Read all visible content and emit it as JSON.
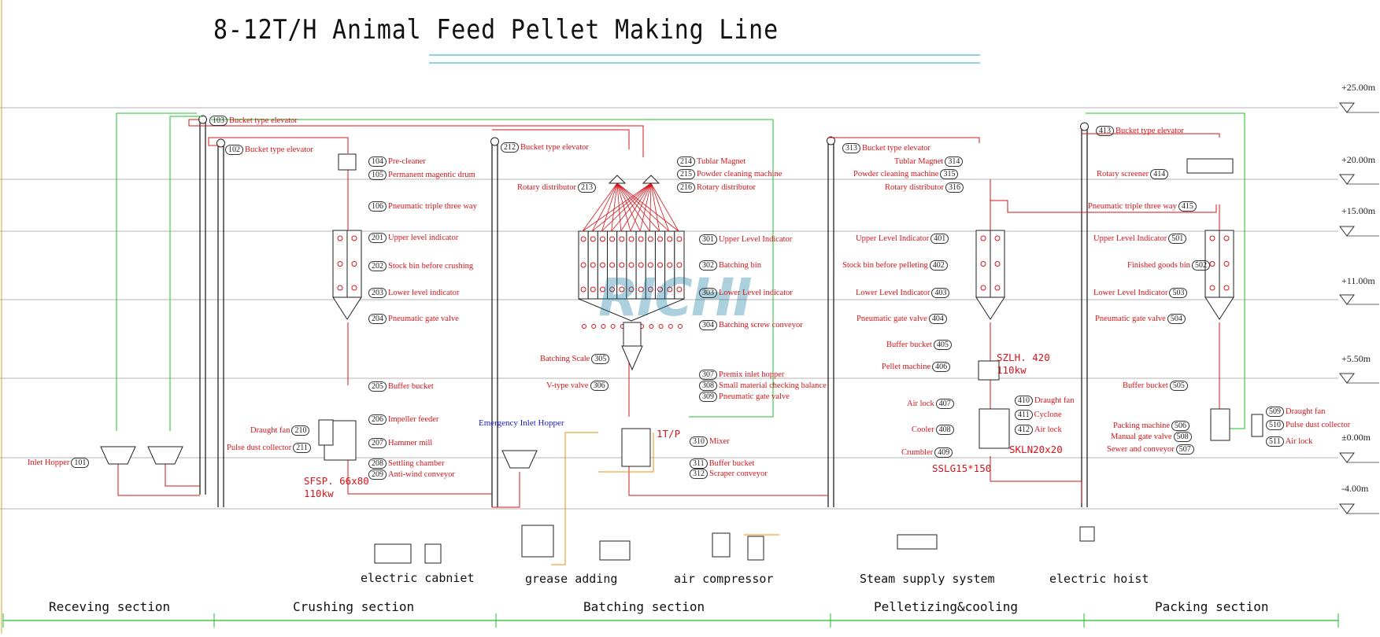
{
  "title": "8-12T/H Animal Feed Pellet Making Line",
  "watermark": "RICHI",
  "levels": [
    "+25.00m",
    "+20.00m",
    "+15.00m",
    "+11.00m",
    "+5.50m",
    "±0.00m",
    "-4.00m"
  ],
  "sections": [
    "Receving section",
    "Crushing section",
    "Batching section",
    "Pelletizing&cooling",
    "Packing section"
  ],
  "utilities": [
    "electric cabniet",
    "grease adding",
    "air compressor",
    "Steam supply system",
    "electric hoist"
  ],
  "receiving": {
    "inlet_hopper": {
      "label": "Inlet Hopper",
      "code": "101"
    },
    "emergency_hopper": "Emergency Inlet Hopper",
    "elev_103": {
      "code": "103",
      "label": "Bucket type elevator"
    }
  },
  "crushing": {
    "elev_102": {
      "code": "102",
      "label": "Bucket type elevator"
    },
    "items": [
      {
        "code": "104",
        "label": "Pre-cleaner"
      },
      {
        "code": "105",
        "label": "Permanent magentic drum"
      },
      {
        "code": "106",
        "label": "Pneumatic triple three way"
      },
      {
        "code": "201",
        "label": "Upper level indicator"
      },
      {
        "code": "202",
        "label": "Stock bin before crushing"
      },
      {
        "code": "203",
        "label": "Lower level indicator"
      },
      {
        "code": "204",
        "label": "Pneumatic gate valve"
      },
      {
        "code": "205",
        "label": "Buffer bucket"
      },
      {
        "code": "206",
        "label": "Impeller feeder"
      },
      {
        "code": "207",
        "label": "Hammer mill"
      },
      {
        "code": "208",
        "label": "Settling chamber"
      },
      {
        "code": "209",
        "label": "Anti-wind conveyor"
      }
    ],
    "left_items": [
      {
        "code": "210",
        "label": "Draught fan"
      },
      {
        "code": "211",
        "label": "Pulse dust collector"
      }
    ],
    "spec_model": "SFSP. 66x80",
    "spec_power": "110kw"
  },
  "batching": {
    "elev_212": {
      "code": "212",
      "label": "Bucket type elevator"
    },
    "rotary_213": {
      "code": "213",
      "label": "Rotary distributor"
    },
    "items": [
      {
        "code": "214",
        "label": "Tublar Magnet"
      },
      {
        "code": "215",
        "label": "Powder cleaning machine"
      },
      {
        "code": "216",
        "label": "Rotary distributor"
      },
      {
        "code": "301",
        "label": "Upper Level Indicator"
      },
      {
        "code": "302",
        "label": "Batching bin"
      },
      {
        "code": "303",
        "label": "Lower Level indicator"
      },
      {
        "code": "304",
        "label": "Batching screw conveyor"
      },
      {
        "code": "307",
        "label": "Premix inlet hopper"
      },
      {
        "code": "308",
        "label": "Small material checking balance"
      },
      {
        "code": "309",
        "label": "Pneumatic gate valve"
      },
      {
        "code": "310",
        "label": "Mixer"
      },
      {
        "code": "311",
        "label": "Buffer bucket"
      },
      {
        "code": "312",
        "label": "Scraper conveyor"
      }
    ],
    "left_items": [
      {
        "code": "305",
        "label": "Batching Scale"
      },
      {
        "code": "306",
        "label": "V-type valve"
      }
    ],
    "scale_cap": "1T/P"
  },
  "pelletizing": {
    "elev_313": {
      "code": "313",
      "label": "Bucket type elevator"
    },
    "left_items": [
      {
        "code": "314",
        "label": "Tublar Magnet"
      },
      {
        "code": "315",
        "label": "Powder cleaning machine"
      },
      {
        "code": "316",
        "label": "Rotary distributor"
      },
      {
        "code": "401",
        "label": "Upper Level Indicator"
      },
      {
        "code": "402",
        "label": "Stock bin before pelleting"
      },
      {
        "code": "403",
        "label": "Lower Level Indicator"
      },
      {
        "code": "404",
        "label": "Pneumatic gate valve"
      },
      {
        "code": "405",
        "label": "Buffer bucket"
      },
      {
        "code": "406",
        "label": "Pellet machine"
      },
      {
        "code": "407",
        "label": "Air lock"
      },
      {
        "code": "408",
        "label": "Cooler"
      },
      {
        "code": "409",
        "label": "Crumbler"
      }
    ],
    "right_items": [
      {
        "code": "410",
        "label": "Draught fan"
      },
      {
        "code": "411",
        "label": "Cyclone"
      },
      {
        "code": "412",
        "label": "Air lock"
      }
    ],
    "pellet_model": "SZLH. 420",
    "pellet_power": "110kw",
    "cooler_model": "SKLN20x20",
    "crumbler_model": "SSLG15*150"
  },
  "packing": {
    "elev_413": {
      "code": "413",
      "label": "Bucket type elevator"
    },
    "left_items": [
      {
        "code": "414",
        "label": "Rotary screener"
      },
      {
        "code": "415",
        "label": "Pneumatic triple three way"
      },
      {
        "code": "501",
        "label": "Upper Level Indicator"
      },
      {
        "code": "502",
        "label": "Finished goods bin"
      },
      {
        "code": "503",
        "label": "Lower Level Indicator"
      },
      {
        "code": "504",
        "label": "Pneumatic gate valve"
      },
      {
        "code": "505",
        "label": "Buffer bucket"
      },
      {
        "code": "506",
        "label": "Packing machine"
      },
      {
        "code": "508",
        "label": "Manual gate valve"
      },
      {
        "code": "507",
        "label": "Sewer and conveyor"
      }
    ],
    "right_items": [
      {
        "code": "509",
        "label": "Draught fan"
      },
      {
        "code": "510",
        "label": "Pulse dust collector"
      },
      {
        "code": "511",
        "label": "Air lock"
      }
    ]
  },
  "colors": {
    "process_line": "#d4141a",
    "air_line": "#1fbf2a",
    "oil_line": "#f08c10",
    "text": "#222222"
  }
}
